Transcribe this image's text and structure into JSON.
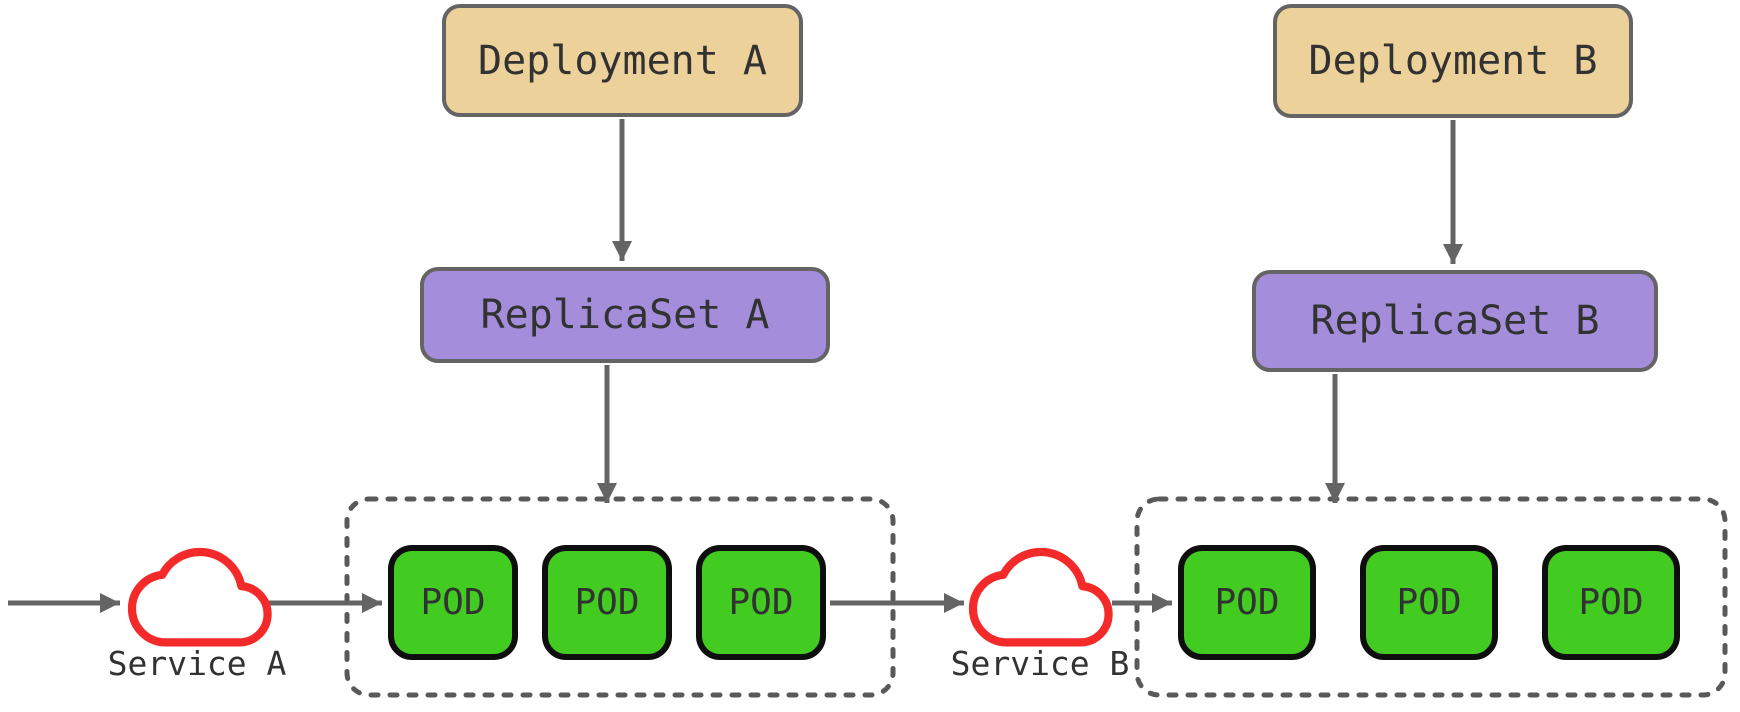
{
  "diagram": {
    "title": "",
    "groups": [
      {
        "id": "A",
        "deployment_label": "Deployment A",
        "replicaset_label": "ReplicaSet A",
        "service_label": "Service A",
        "pods": [
          "POD",
          "POD",
          "POD"
        ]
      },
      {
        "id": "B",
        "deployment_label": "Deployment B",
        "replicaset_label": "ReplicaSet B",
        "service_label": "Service B",
        "pods": [
          "POD",
          "POD",
          "POD"
        ]
      }
    ],
    "colors": {
      "deployment_fill": "#ecd29a",
      "replicaset_fill": "#a48edb",
      "pod_fill": "#42cc22",
      "pod_border": "#0e0e0e",
      "node_border": "#646464",
      "arrow": "#646464",
      "dashed_border": "#595959",
      "service_cloud": "#f42a2a",
      "text": "#323232",
      "bg": "#ffffff"
    }
  }
}
